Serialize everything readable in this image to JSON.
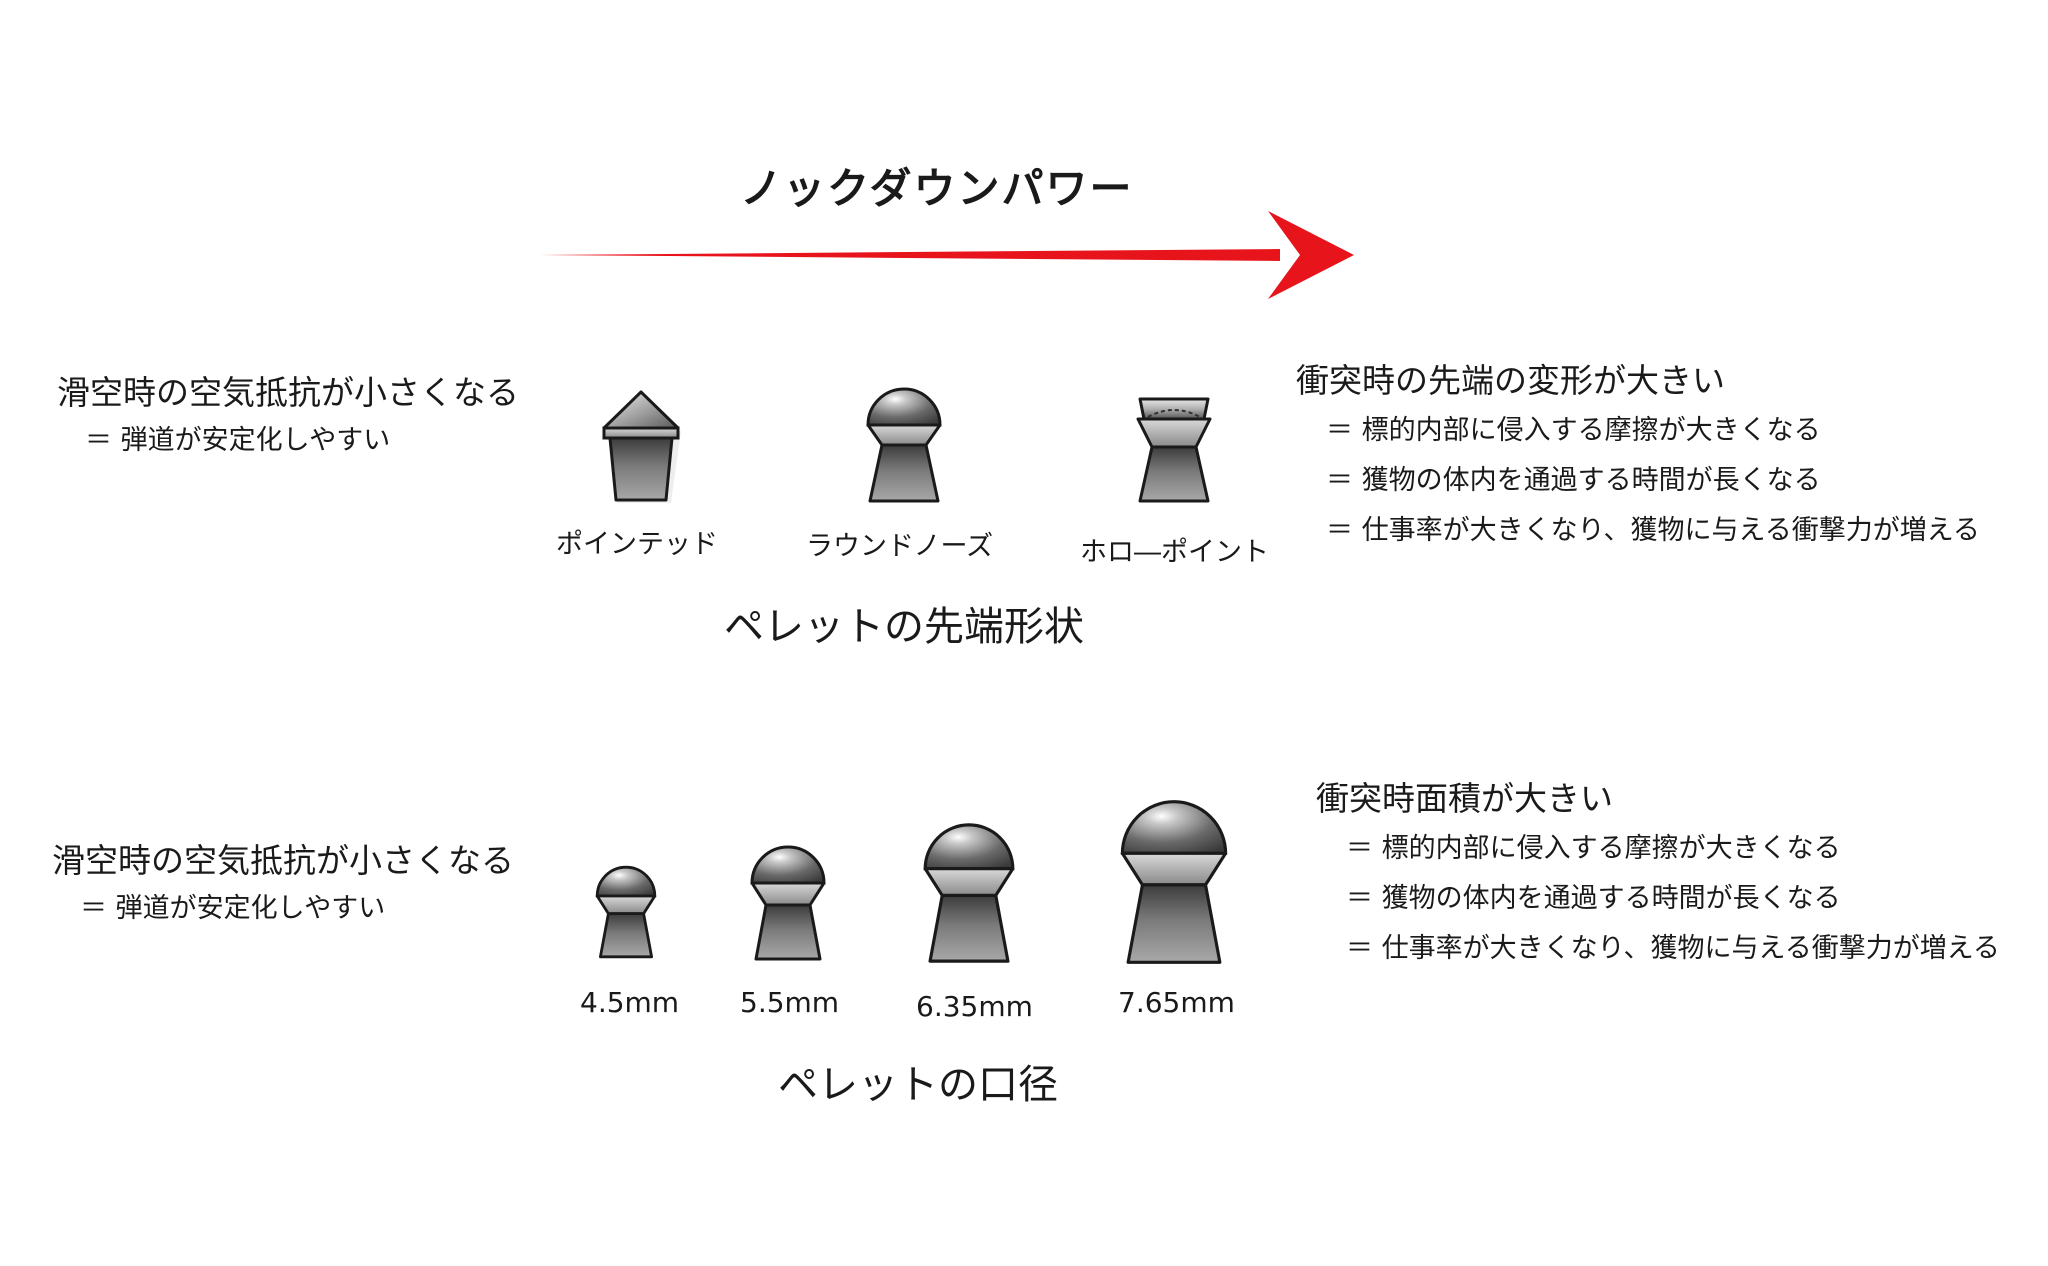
{
  "header": {
    "title": "ノックダウンパワー",
    "arrow_color": "#e8141c"
  },
  "shape_section": {
    "left_lead": "滑空時の空気抵抗が小さくなる",
    "left_sub": "＝ 弾道が安定化しやすい",
    "pellets": [
      "ポインテッド",
      "ラウンドノーズ",
      "ホロ―ポイント"
    ],
    "title": "ペレットの先端形状",
    "right_lead": "衝突時の先端の変形が大きい",
    "right_items": [
      "＝ 標的内部に侵入する摩擦が大きくなる",
      "＝ 獲物の体内を通過する時間が長くなる",
      "＝ 仕事率が大きくなり、獲物に与える衝撃力が増える"
    ]
  },
  "caliber_section": {
    "left_lead": "滑空時の空気抵抗が小さくなる",
    "left_sub": "＝ 弾道が安定化しやすい",
    "sizes": [
      "4.5mm",
      "5.5mm",
      "6.35mm",
      "7.65mm"
    ],
    "title": "ペレットの口径",
    "right_lead": "衝突時面積が大きい",
    "right_items": [
      "＝ 標的内部に侵入する摩擦が大きくなる",
      "＝ 獲物の体内を通過する時間が長くなる",
      "＝ 仕事率が大きくなり、獲物に与える衝撃力が増える"
    ]
  }
}
